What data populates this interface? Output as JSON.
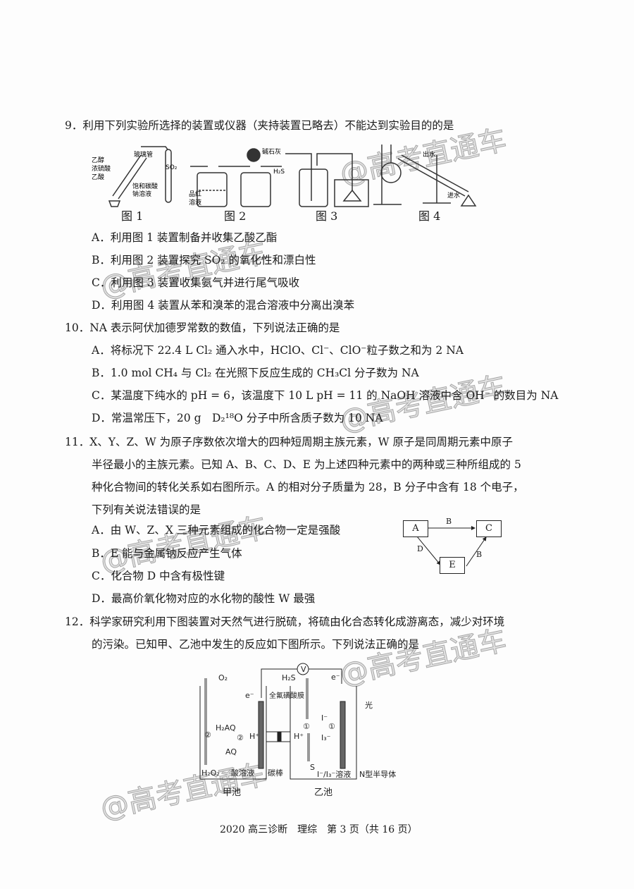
{
  "q9": {
    "stem": "9．利用下列实验所选择的装置或仪器（夹持装置已略去）不能达到实验目的的是",
    "figs": [
      "图 1",
      "图 2",
      "图 3",
      "图 4"
    ],
    "fig1_labels": [
      "乙醇",
      "浓硫酸",
      "乙酸",
      "玻璃管",
      "饱和碳酸",
      "钠溶液"
    ],
    "fig2_labels": [
      "SO₂",
      "碱石灰",
      "H₂S",
      "品红",
      "溶液"
    ],
    "fig4_labels": [
      "出水",
      "进水"
    ],
    "options": [
      "A．利用图 1 装置制备并收集乙酸乙酯",
      "B．利用图 2 装置探究 SO₂ 的氧化性和漂白性",
      "C．利用图 3 装置收集氨气并进行尾气吸收",
      "D．利用图 4 装置从苯和溴苯的混合溶液中分离出溴苯"
    ]
  },
  "q10": {
    "stem": "10．NA 表示阿伏加德罗常数的数值，下列说法正确的是",
    "options": [
      "A．将标况下 22.4 L Cl₂ 通入水中，HClO、Cl⁻、ClO⁻粒子数之和为 2 NA",
      "B．1.0 mol CH₄ 与 Cl₂ 在光照下反应生成的 CH₃Cl 分子数为 NA",
      "C．某温度下纯水的 pH = 6，该温度下 10 L pH = 11 的 NaOH 溶液中含 OH⁻ 的数目为 NA",
      "D．常温常压下，20 g　D₂¹⁸O 分子中所含质子数为 10 NA"
    ]
  },
  "q11": {
    "stem": [
      "11．X、Y、Z、W 为原子序数依次增大的四种短周期主族元素，W 原子是同周期元素中原子",
      "半径最小的主族元素。已知 A、B、C、D、E 为上述四种元素中的两种或三种所组成的 5",
      "种化合物间的转化关系如右图所示。A 的相对分子质量为 28，B 分子中含有 18 个电子，",
      "下列有关说法错误的是"
    ],
    "options": [
      "A．由 W、Z、X 三种元素组成的化合物一定是强酸",
      "B．E 能与金属钠反应产生气体",
      "C．化合物 D 中含有极性键",
      "D．最高价氧化物对应的水化物的酸性 W 最强"
    ],
    "diagram": {
      "nodes": [
        "A",
        "C",
        "E"
      ],
      "edges": [
        "B",
        "D",
        "B"
      ]
    }
  },
  "q12": {
    "stem": [
      "12．科学家研究利用下图装置对天然气进行脱硫，将硫由化合态转化成游离态，减少对环境",
      "的污染。已知甲、乙池中发生的反应如下图所示。下列说法正确的是"
    ],
    "labels": {
      "o2": "O₂",
      "h2s": "H₂S",
      "v": "V",
      "e1": "e⁻",
      "e2": "e⁻",
      "membrane": "全氟磺酸膜",
      "h2aq": "H₂AQ",
      "aq": "AQ",
      "h_left": "H⁺",
      "h_right": "H⁺",
      "c2a": "②",
      "c2b": "②",
      "c1a": "①",
      "c1b": "①",
      "i": "I⁻",
      "i3": "I₃⁻",
      "s": "S",
      "h2o2": "H₂O₂",
      "acid": "酸溶液",
      "rod": "碳棒",
      "solution": "I⁻/I₃⁻溶液",
      "light": "光",
      "semi": "N型半导体",
      "cellA": "甲池",
      "cellB": "乙池"
    }
  },
  "footer": "2020 高三诊断　理综　第 3 页（共 16 页）",
  "watermark": "@高考直通车"
}
